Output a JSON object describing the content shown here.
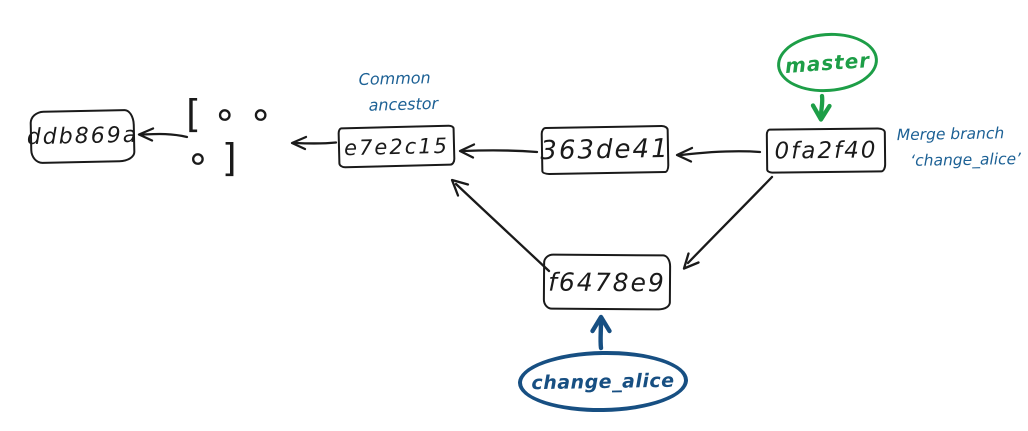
{
  "colors": {
    "ink": "#1a1a1a",
    "green": "#1d9e47",
    "blue": "#1d6195",
    "blue_dark": "#174f82"
  },
  "nodes": {
    "ddb869a": {
      "label": "ddb869a"
    },
    "collapsed": {
      "label": "[ ∘ ∘ ∘ ]"
    },
    "e7e2c15": {
      "label": "e7e2c15"
    },
    "363de41": {
      "label": "363de41"
    },
    "0fa2f40": {
      "label": "0fa2f40"
    },
    "f6478e9": {
      "label": "f6478e9"
    }
  },
  "branches": {
    "master": {
      "label": "master"
    },
    "change_alice": {
      "label": "change_alice"
    }
  },
  "annotations": {
    "common_ancestor": {
      "line1": "Common",
      "line2": "ancestor"
    },
    "merge_note": {
      "line1": "Merge branch",
      "line2": "‘change_alice’"
    }
  },
  "edges": [
    {
      "from": "collapsed",
      "to": "ddb869a"
    },
    {
      "from": "e7e2c15",
      "to": "collapsed"
    },
    {
      "from": "363de41",
      "to": "e7e2c15"
    },
    {
      "from": "0fa2f40",
      "to": "363de41"
    },
    {
      "from": "0fa2f40",
      "to": "f6478e9"
    },
    {
      "from": "f6478e9",
      "to": "e7e2c15"
    },
    {
      "from": "master-label",
      "to": "0fa2f40"
    },
    {
      "from": "change-alice-label",
      "to": "f6478e9"
    }
  ]
}
